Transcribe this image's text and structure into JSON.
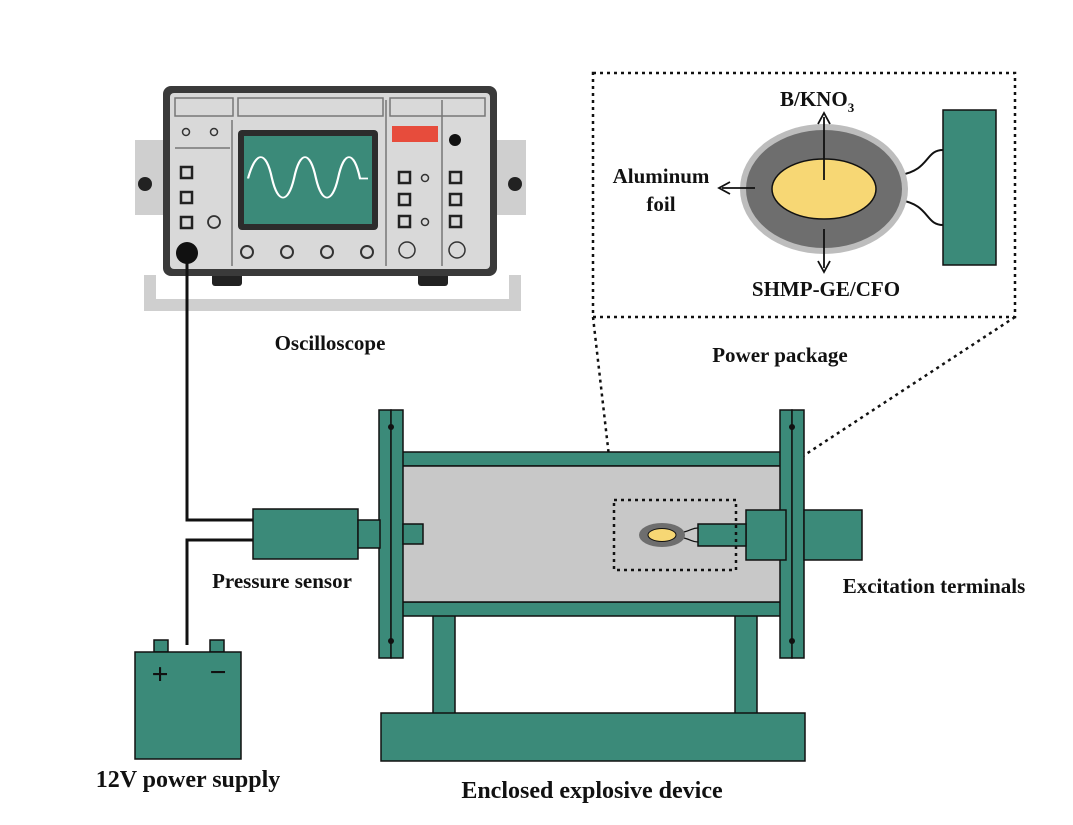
{
  "labels": {
    "oscilloscope": "Oscilloscope",
    "power_package": "Power package",
    "b_kno3_main": "B/KNO",
    "b_kno3_sub": "3",
    "aluminum_line1": "Aluminum",
    "aluminum_line2": "foil",
    "shmp": "SHMP-GE/CFO",
    "pressure_sensor": "Pressure sensor",
    "excitation_terminals": "Excitation terminals",
    "power_supply": "12V power supply",
    "enclosed_device": "Enclosed explosive device",
    "plus_sign": "+",
    "minus_sign": "−"
  },
  "colors": {
    "device_green": "#3b8a79",
    "chamber_gray": "#c8c8c8",
    "scope_body": "#3a3a3a",
    "scope_panel": "#d9d9d9",
    "scope_screen": "#3b8a79",
    "scope_indicator": "#e74c3c",
    "charge_core": "#f7d774",
    "charge_inner": "#6e6e6e",
    "charge_outer": "#bdbdbd"
  }
}
